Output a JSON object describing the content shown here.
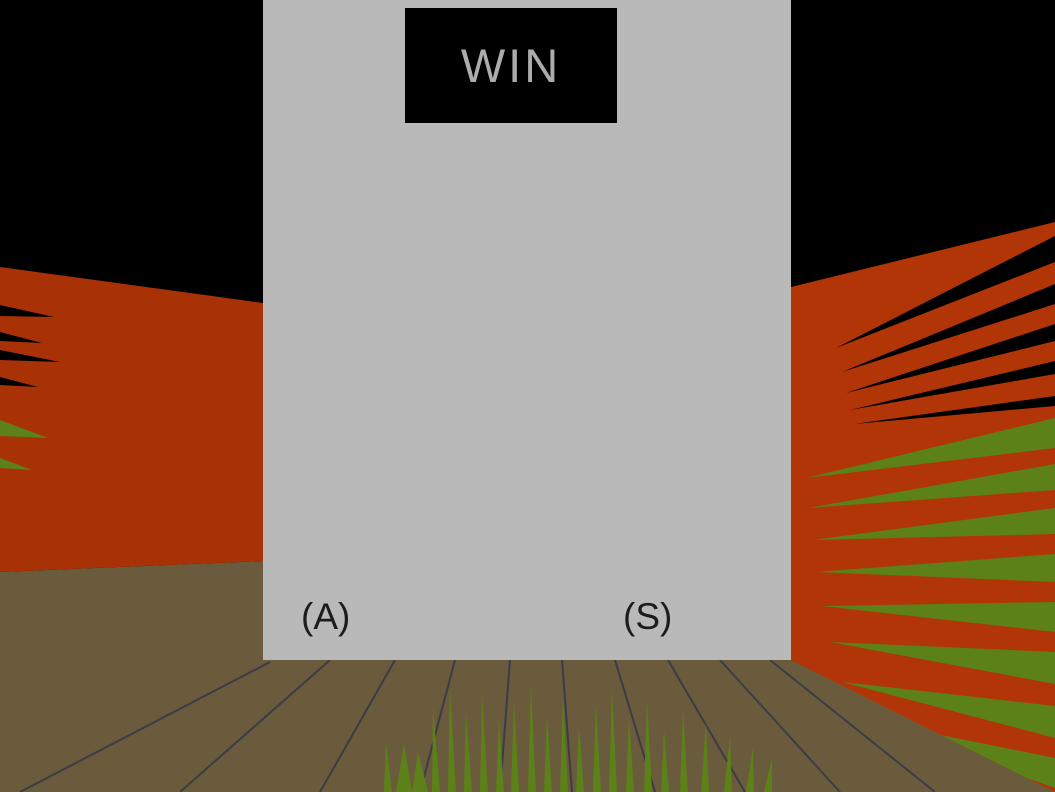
{
  "game": {
    "win_sign": "WIN",
    "left_key_hint": "(A)",
    "right_key_hint": "(S)"
  },
  "colors": {
    "background": "#000000",
    "wall_red": "#b23507",
    "wall_red_left": "#a93106",
    "panel_gray": "#b9b9b9",
    "sign_black": "#000000",
    "sign_text": "#acacac",
    "floor_brown": "#6b5b3d",
    "floor_line": "#3c3c46",
    "grass_green": "#5c8118",
    "hint_text": "#1c1c1c"
  }
}
